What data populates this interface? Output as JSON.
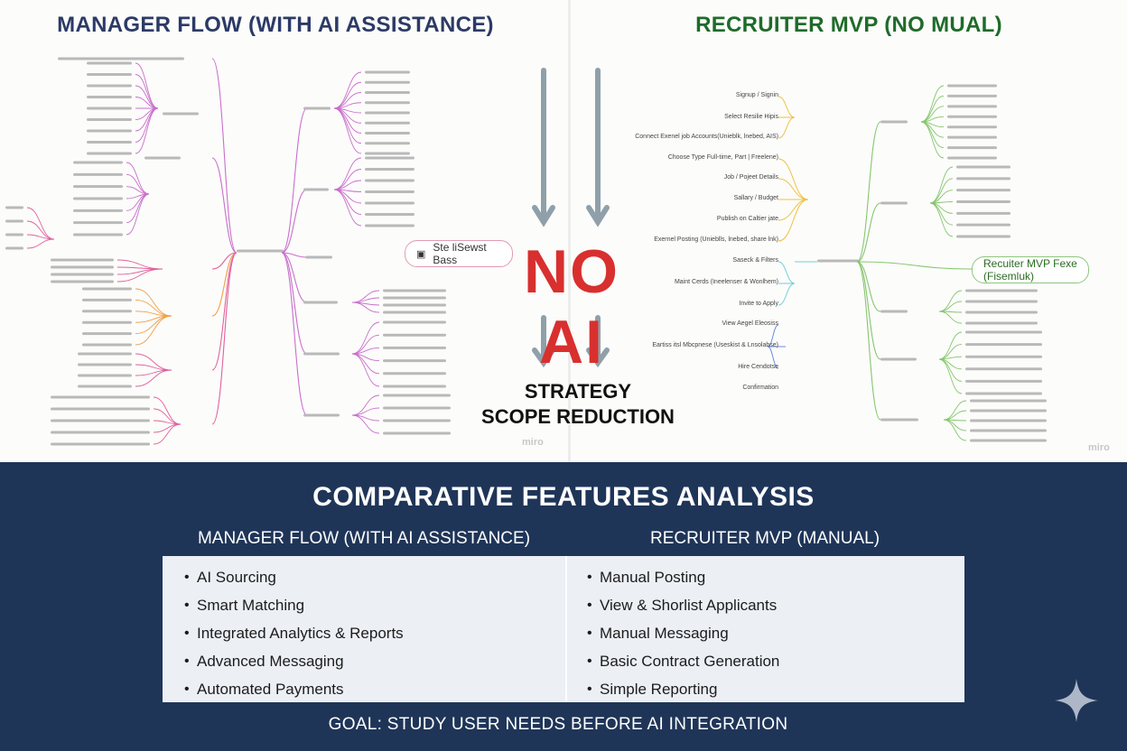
{
  "top": {
    "left_title": "MANAGER FLOW (WITH AI ASSISTANCE)",
    "right_title": "RECRUITER MVP (NO MUAL)",
    "overlay_text": "NO AI",
    "strategy_line1": "STRATEGY",
    "strategy_line2": "SCOPE REDUCTION",
    "left_chip_label": "Ste liSewst  Bass",
    "right_chip_label": "Recuiter MVP Fexe (Fisemluk)",
    "watermark": "miro",
    "recruiter_flow": [
      "Signup / Signin",
      "Select Resilie Hipis",
      "Connect Exenel job Accounts(Unieblk, lnebed, AIS)",
      "Choose Type Full-time, Part | Freelene)",
      "Job / Pojeet Details",
      "Sallary / Budget",
      "Publish on Caltier jate",
      "Exernel Posting (Unieblls, lnebed, share lnk)",
      "Saseck & Filters",
      "Maint Cerds (Ineelenser & Wonlhem)",
      "Invite to Apply",
      "View Aegel Eleosiss",
      "Eartiss itsl Mbcpnese (Useskist & Lnsolabse)",
      "Hire Cendotse",
      "Confirmation"
    ]
  },
  "colors": {
    "manager_branch": "#c96fcc",
    "manager_pink": "#e0619a",
    "manager_orange": "#f0a046",
    "recruiter_yellow": "#f0c040",
    "recruiter_cyan": "#6fd0d6",
    "recruiter_blue": "#6a8ee0",
    "recruiter_green": "#86c66e",
    "arrow": "#8fa0aa",
    "no_ai_red": "#d8302e",
    "bottom_bg": "#1f3558"
  },
  "bottom": {
    "title": "COMPARATIVE FEATURES ANALYSIS",
    "left_header": "MANAGER FLOW (WITH AI ASSISTANCE)",
    "right_header": "RECRUITER MVP (MANUAL)",
    "left_items": [
      "AI Sourcing",
      "Smart Matching",
      "Integrated Analytics & Reports",
      "Advanced Messaging",
      "Automated Payments"
    ],
    "right_items": [
      "Manual Posting",
      "View & Shorlist Applicants",
      "Manual Messaging",
      "Basic Contract Generation",
      "Simple Reporting"
    ],
    "bullet": "•",
    "goal": "GOAL: STUDY USER NEEDS BEFORE AI INTEGRATION",
    "sparkle_icon": "four-point-star-icon"
  }
}
